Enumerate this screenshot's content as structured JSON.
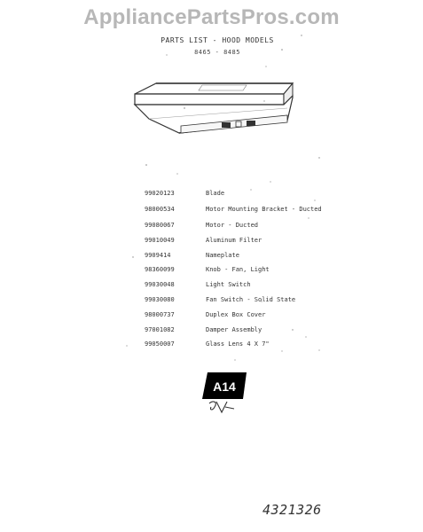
{
  "watermark": "AppliancePartsPros.com",
  "title": "PARTS LIST - HOOD MODELS",
  "subtitle": "8465 - 8485",
  "parts": [
    {
      "number": "99020123",
      "description": "Blade"
    },
    {
      "number": "98000534",
      "description": "Motor Mounting Bracket - Ducted"
    },
    {
      "number": "99080067",
      "description": "Motor - Ducted"
    },
    {
      "number": "99010049",
      "description": "Aluminum Filter"
    },
    {
      "number": "9909414",
      "description": "Nameplate"
    },
    {
      "number": "98360099",
      "description": "Knob - Fan, Light"
    },
    {
      "number": "99030048",
      "description": "Light Switch"
    },
    {
      "number": "99030080",
      "description": "Fan Switch - Solid State"
    },
    {
      "number": "98000737",
      "description": "Duplex Box Cover"
    },
    {
      "number": "97001082",
      "description": "Damper Assembly"
    },
    {
      "number": "99050007",
      "description": "Glass Lens 4 X 7\""
    }
  ],
  "badge": {
    "label": "A14",
    "color": "#000000",
    "text_color": "#ffffff"
  },
  "stamp": "4321326",
  "colors": {
    "ink": "#333333",
    "watermark": "#b7b7b7",
    "paper": "#ffffff"
  }
}
